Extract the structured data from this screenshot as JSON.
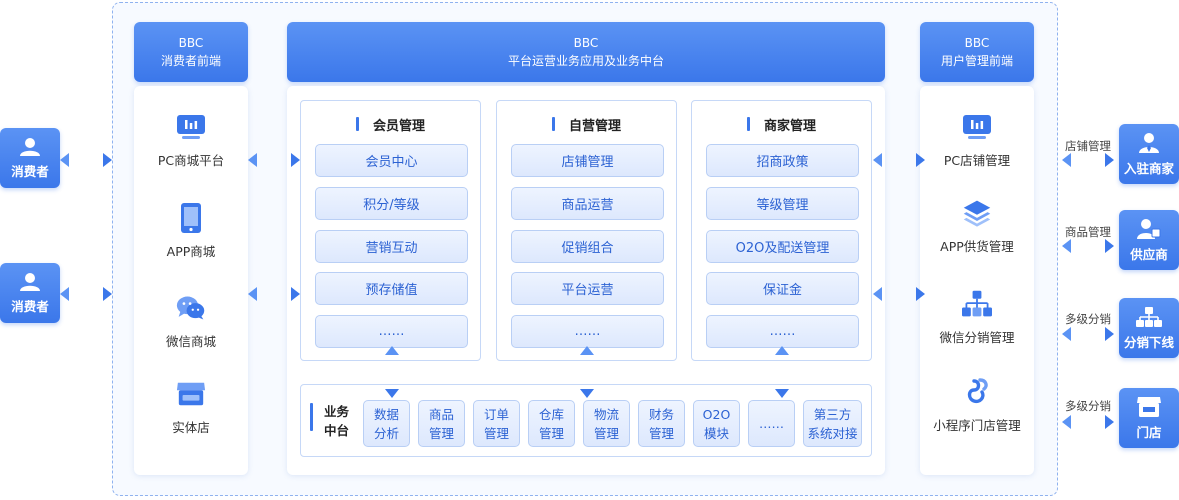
{
  "colors": {
    "accent": "#3b77ea",
    "pill_text": "#2c62d3",
    "border": "#c6d8f7"
  },
  "left_header": {
    "line1": "BBC",
    "line2": "消费者前端"
  },
  "center_header": {
    "line1": "BBC",
    "line2": "平台运营业务应用及业务中台"
  },
  "right_header": {
    "line1": "BBC",
    "line2": "用户管理前端"
  },
  "left_items": [
    {
      "label": "PC商城平台",
      "icon": "monitor-icon"
    },
    {
      "label": "APP商城",
      "icon": "phone-icon"
    },
    {
      "label": "微信商城",
      "icon": "wechat-icon"
    },
    {
      "label": "实体店",
      "icon": "store-icon"
    }
  ],
  "right_items": [
    {
      "label": "PC店铺管理",
      "icon": "monitor-icon"
    },
    {
      "label": "APP供货管理",
      "icon": "layers-icon"
    },
    {
      "label": "微信分销管理",
      "icon": "org-chart-icon"
    },
    {
      "label": "小程序门店管理",
      "icon": "mini-program-icon"
    }
  ],
  "groups": [
    {
      "title": "会员管理",
      "items": [
        "会员中心",
        "积分/等级",
        "营销互动",
        "预存储值",
        "……"
      ]
    },
    {
      "title": "自营管理",
      "items": [
        "店铺管理",
        "商品运营",
        "促销组合",
        "平台运营",
        "……"
      ]
    },
    {
      "title": "商家管理",
      "items": [
        "招商政策",
        "等级管理",
        "O2O及配送管理",
        "保证金",
        "……"
      ]
    }
  ],
  "business_middle": {
    "label_line1": "业务",
    "label_line2": "中台",
    "modules": [
      "数据\n分析",
      "商品\n管理",
      "订单\n管理",
      "仓库\n管理",
      "物流\n管理",
      "财务\n管理",
      "O2O\n模块",
      "……",
      "第三方\n系统对接"
    ]
  },
  "consumers": [
    {
      "label": "消费者",
      "icon": "user-icon"
    },
    {
      "label": "消费者",
      "icon": "user-icon"
    }
  ],
  "right_actors": [
    {
      "label": "入驻商家",
      "icon": "merchant-icon",
      "link_label": "店铺管理"
    },
    {
      "label": "供应商",
      "icon": "supplier-icon",
      "link_label": "商品管理"
    },
    {
      "label": "分销下线",
      "icon": "network-icon",
      "link_label": "多级分销"
    },
    {
      "label": "门店",
      "icon": "store-icon",
      "link_label": "多级分销"
    }
  ]
}
